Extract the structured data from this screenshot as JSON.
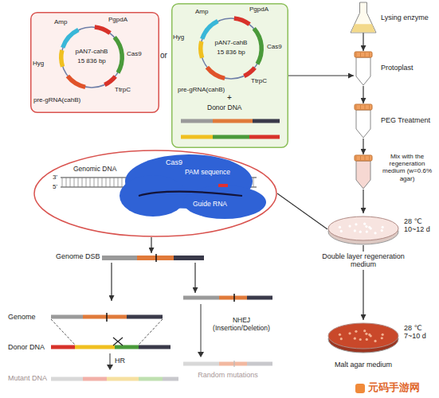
{
  "diagram": {
    "nodes": [
      {
        "text": [
          "Amp",
          "PgpdA",
          "pAN7-cahB",
          "15 836 bp",
          "Cas9",
          "Hyg",
          "TtrpC",
          "pre-gRNA(cahB)"
        ]
      },
      {
        "text": [
          "Amp",
          "PgpdA",
          "Hyg",
          "pAN7-cahB",
          "15 836 bp",
          "Cas9",
          "TtrpC",
          "pre-gRNA(cahB)",
          "+",
          "Donor DNA"
        ]
      },
      {
        "text": [
          "Lysing enzyme"
        ]
      },
      {
        "text": [
          "Protoplast"
        ]
      },
      {
        "text": [
          "PEG Treatment"
        ]
      },
      {
        "text": [
          "Mix with the regeneration medium (w=0.6% agar)"
        ]
      },
      {
        "text": [
          "Genomic DNA",
          "3'",
          "5'",
          "Cas9",
          "PAM sequence",
          "Guide RNA"
        ]
      },
      {
        "text": [
          "28 ℃ 10~12 d",
          "Double layer regeneration medium"
        ]
      },
      {
        "text": [
          "Genome DSB"
        ]
      },
      {
        "text": [
          "Genome",
          "Donor DNA",
          "HR",
          "Mutant DNA"
        ]
      },
      {
        "text": [
          "NHEJ (Insertion/Deletion)",
          "Random mutations"
        ]
      },
      {
        "text": [
          "28 ℃ 7~10 d",
          "Malt agar medium"
        ]
      }
    ],
    "edges": [
      {
        "from": 1,
        "to": 3,
        "arrow": "to"
      },
      {
        "from": 2,
        "to": 3,
        "arrow": "to"
      },
      {
        "from": 3,
        "to": 4,
        "arrow": "to"
      },
      {
        "from": 4,
        "to": 5,
        "arrow": "to"
      },
      {
        "from": 5,
        "to": 7,
        "arrow": "to"
      },
      {
        "from": 6,
        "to": 7,
        "arrow": "none"
      },
      {
        "from": 6,
        "to": 8,
        "arrow": "to"
      },
      {
        "from": 8,
        "to": 9,
        "arrow": "to"
      },
      {
        "from": 8,
        "to": 10,
        "arrow": "to"
      },
      {
        "from": 7,
        "to": 11,
        "arrow": "to"
      }
    ],
    "labels": [
      "or",
      "元码手游网"
    ]
  }
}
